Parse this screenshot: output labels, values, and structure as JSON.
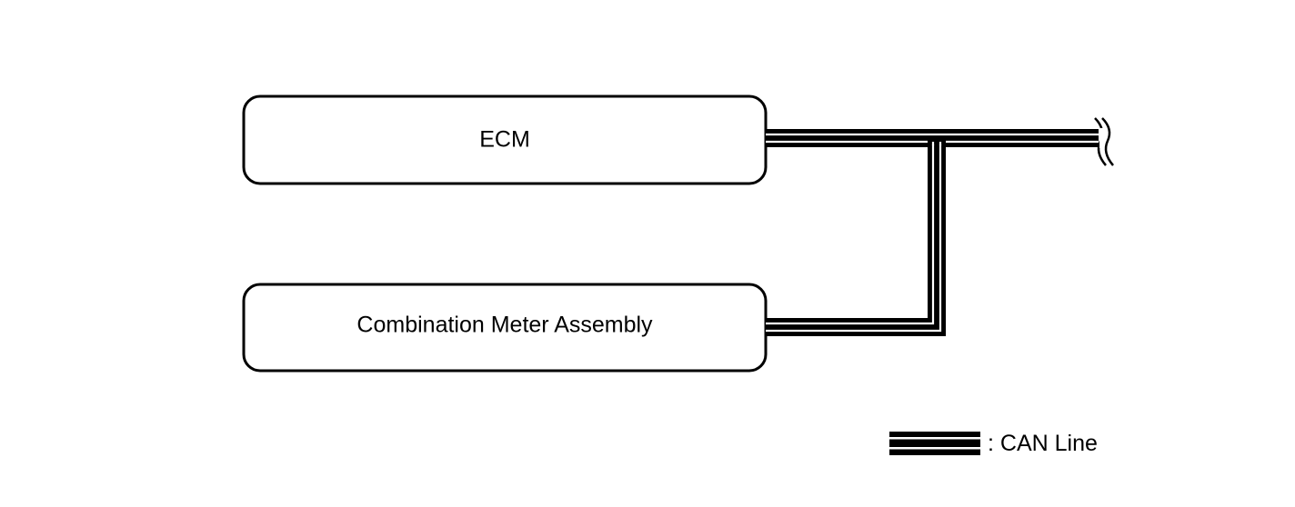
{
  "nodes": [
    {
      "id": "ecm",
      "label": "ECM"
    },
    {
      "id": "combination-meter",
      "label": "Combination Meter Assembly"
    }
  ],
  "connections": [
    {
      "from": "ecm",
      "to": "bus",
      "type": "can-line"
    },
    {
      "from": "combination-meter",
      "to": "bus",
      "type": "can-line"
    }
  ],
  "legend": {
    "can_line_label": ": CAN Line"
  },
  "colors": {
    "line": "#000000",
    "background": "#ffffff"
  }
}
